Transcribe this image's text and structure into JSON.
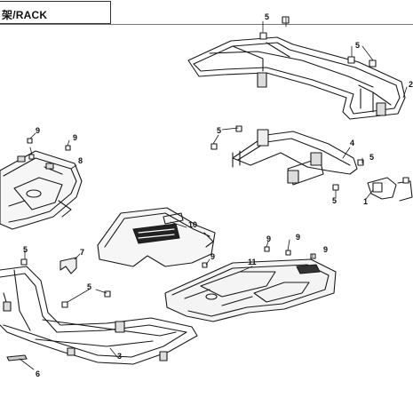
{
  "header": {
    "title": "架/RACK"
  },
  "callouts": [
    {
      "id": "c5a",
      "text": "5"
    },
    {
      "id": "c5b",
      "text": "5"
    },
    {
      "id": "c2",
      "text": "2"
    },
    {
      "id": "c5c",
      "text": "5"
    },
    {
      "id": "c4",
      "text": "4"
    },
    {
      "id": "c5d",
      "text": "5"
    },
    {
      "id": "c5e",
      "text": "5"
    },
    {
      "id": "c1",
      "text": "1"
    },
    {
      "id": "c9a",
      "text": "9"
    },
    {
      "id": "c9b",
      "text": "9"
    },
    {
      "id": "c8",
      "text": "8"
    },
    {
      "id": "c10",
      "text": "10"
    },
    {
      "id": "c5f",
      "text": "5"
    },
    {
      "id": "c7",
      "text": "7"
    },
    {
      "id": "c9c",
      "text": "9"
    },
    {
      "id": "c9d",
      "text": "9"
    },
    {
      "id": "c9e",
      "text": "9"
    },
    {
      "id": "c9f",
      "text": "9"
    },
    {
      "id": "c11",
      "text": "11"
    },
    {
      "id": "c5g",
      "text": "5"
    },
    {
      "id": "c6",
      "text": "6"
    },
    {
      "id": "c3",
      "text": "3"
    }
  ]
}
